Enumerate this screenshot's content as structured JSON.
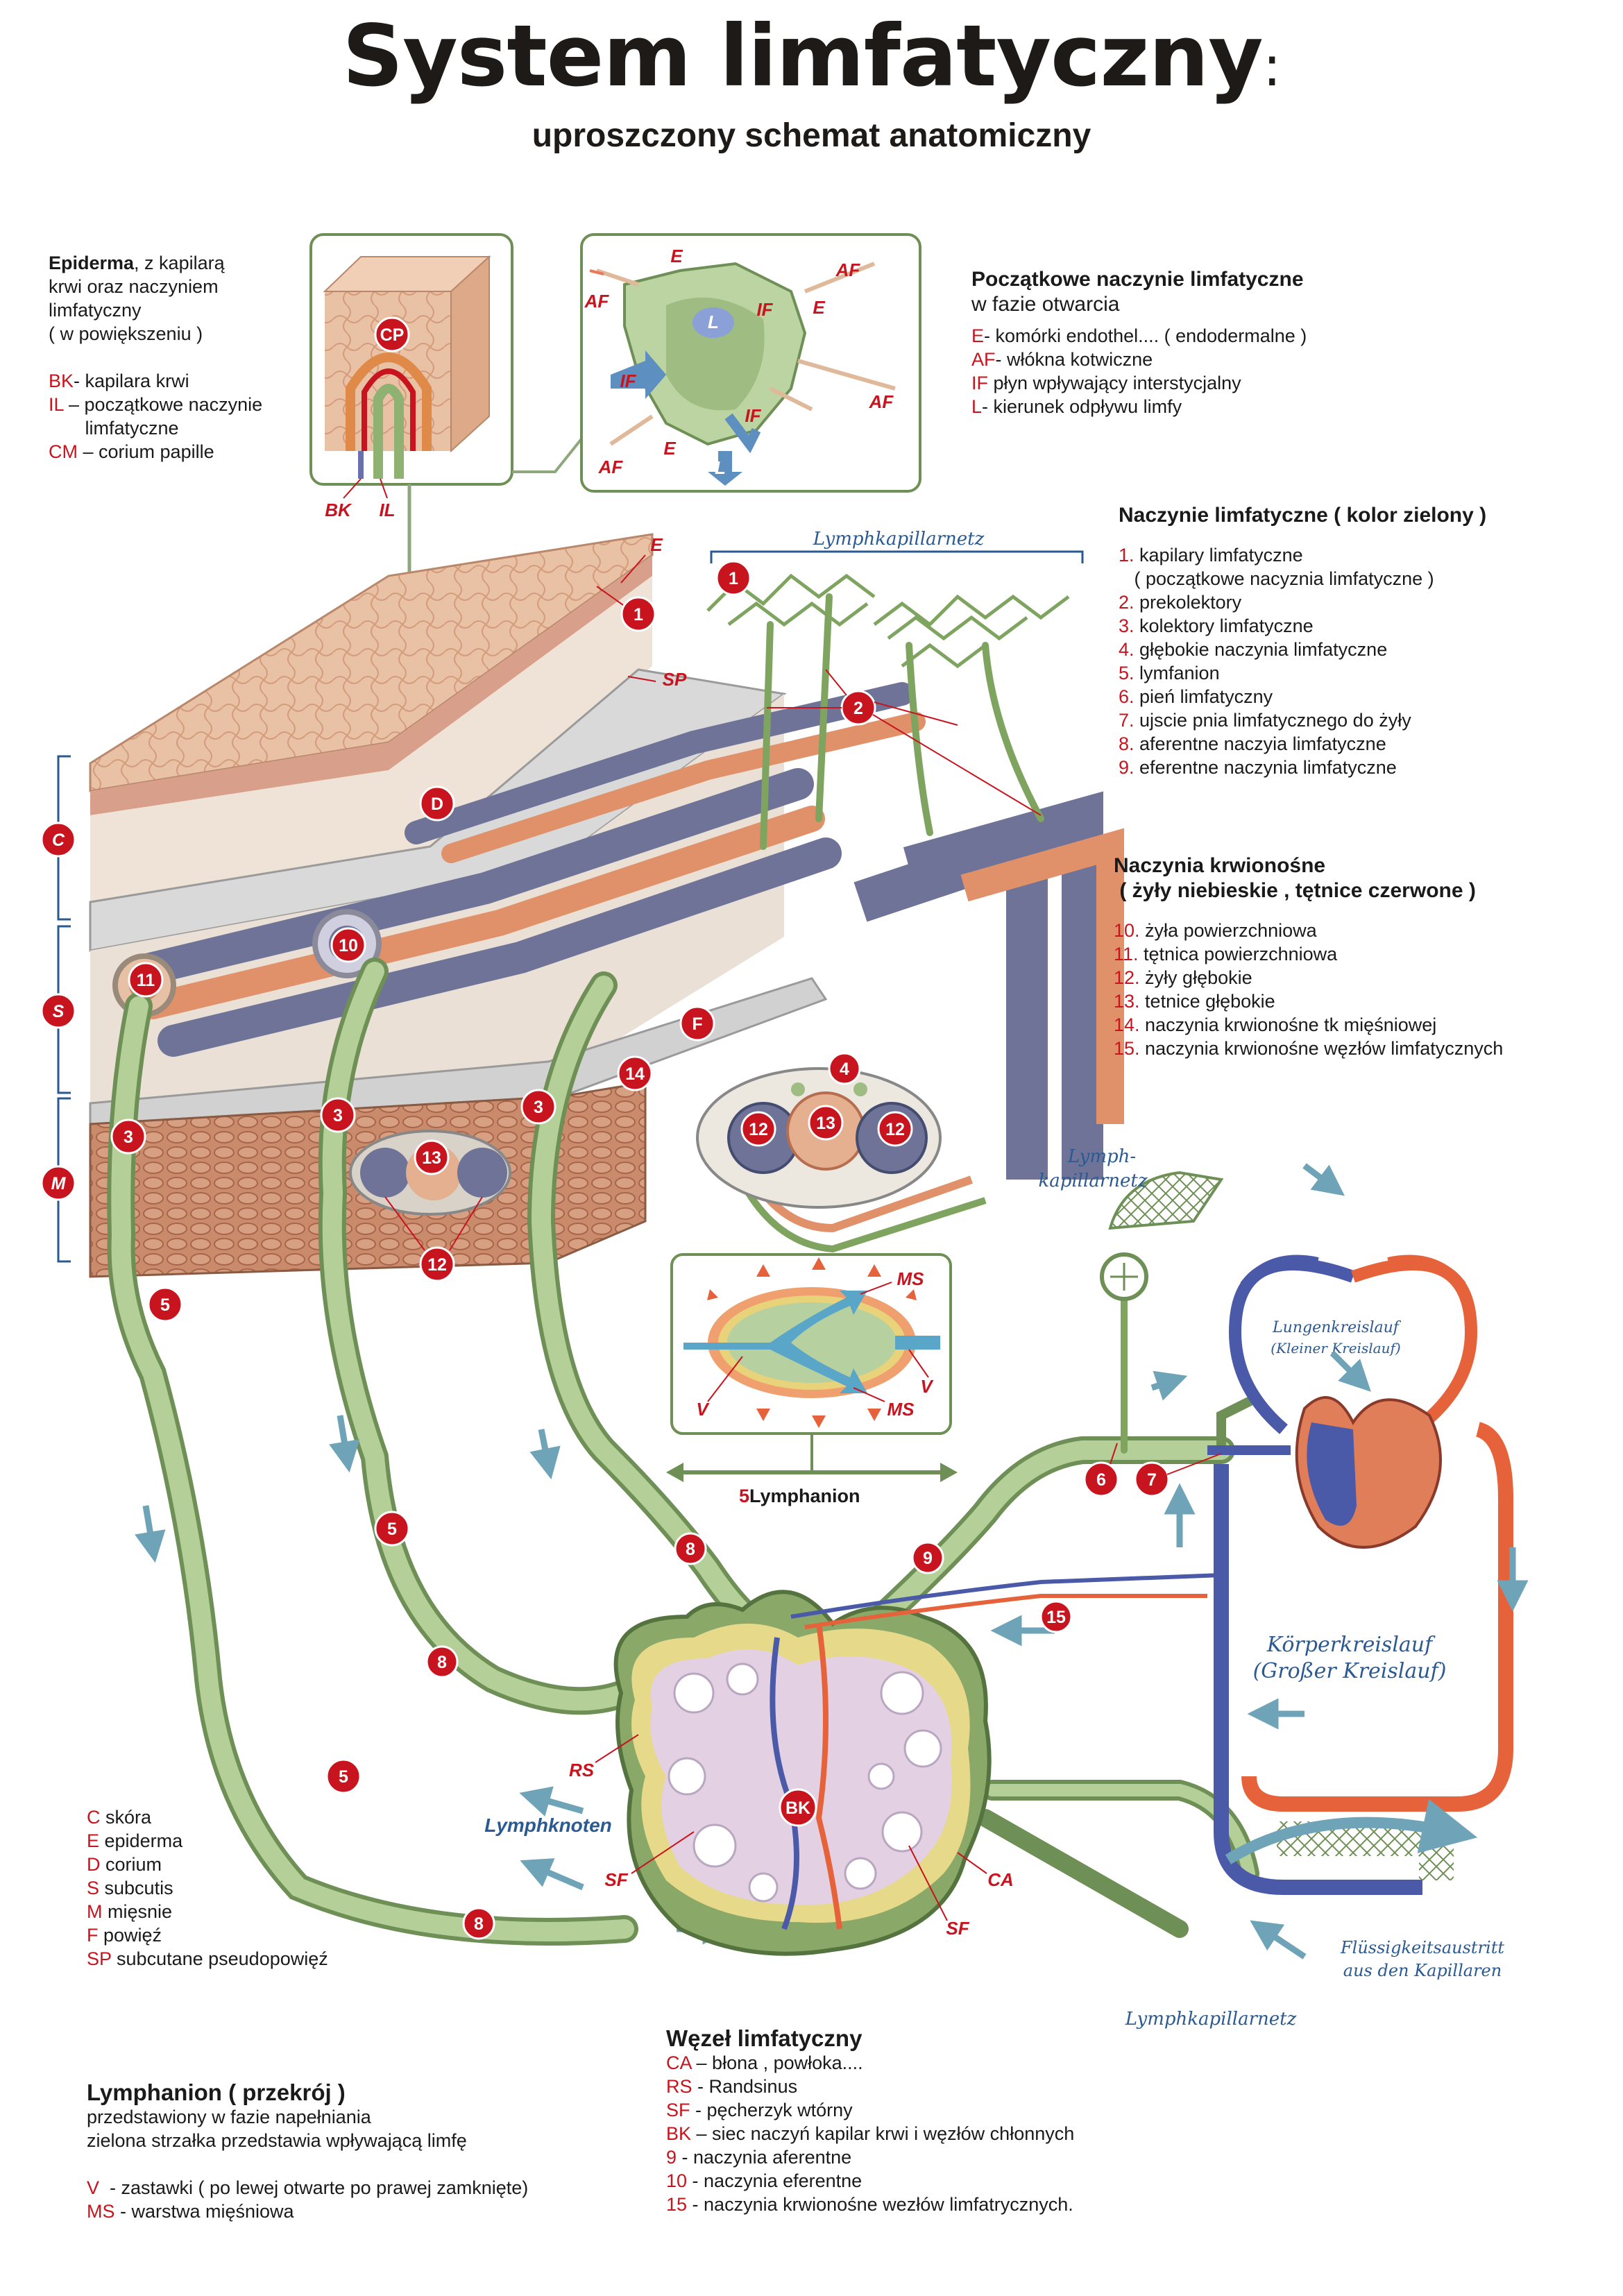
{
  "title": "System limfatyczny",
  "title_colon": ":",
  "subtitle": "uproszczony schemat anatomiczny",
  "epiderma_box": {
    "head": "Epiderma",
    "head_rest": ", z  kapilarą",
    "lines": [
      "krwi oraz naczyniem",
      "limfatyczny",
      "( w powiększeniu )"
    ],
    "legend": [
      {
        "code": "BK",
        "text": "- kapilara krwi"
      },
      {
        "code": "IL",
        "text": " – początkowe naczynie"
      },
      {
        "code": "",
        "text": "       limfatyczne"
      },
      {
        "code": "CM",
        "text": " – corium papille"
      }
    ]
  },
  "initial_vessel": {
    "heading": "Początkowe naczynie limfatyczne",
    "subheading": "w fazie otwarcia",
    "legend": [
      {
        "code": "E",
        "text": "- komórki endothel.... ( endodermalne )"
      },
      {
        "code": "AF",
        "text": "- włókna kotwiczne"
      },
      {
        "code": "IF",
        "text": " płyn wpływający interstycjalny"
      },
      {
        "code": "L",
        "text": "- kierunek odpływu limfy"
      }
    ]
  },
  "lymph_vessels": {
    "heading": "Naczynie limfatyczne ( kolor zielony )",
    "items": [
      {
        "num": "1.",
        "text": " kapilary limfatyczne"
      },
      {
        "num": "",
        "text": "   ( początkowe nacyznia limfatyczne )"
      },
      {
        "num": "2.",
        "text": " prekolektory"
      },
      {
        "num": "3.",
        "text": " kolektory limfatyczne"
      },
      {
        "num": "4.",
        "text": " głębokie naczynia limfatyczne"
      },
      {
        "num": "5.",
        "text": " lymfanion"
      },
      {
        "num": "6.",
        "text": " pień limfatyczny"
      },
      {
        "num": "7.",
        "text": " ujscie pnia limfatycznego do żyły"
      },
      {
        "num": "8.",
        "text": " aferentne naczyia limfatyczne"
      },
      {
        "num": "9.",
        "text": " eferentne naczynia limfatyczne"
      }
    ]
  },
  "blood_vessels": {
    "heading1": "Naczynia krwionośne",
    "heading2": " ( żyły niebieskie , tętnice czerwone )",
    "items": [
      {
        "num": "10.",
        "text": " żyła powierzchniowa"
      },
      {
        "num": "11.",
        "text": " tętnica powierzchniowa"
      },
      {
        "num": "12.",
        "text": " żyły głębokie"
      },
      {
        "num": "13.",
        "text": " tetnice głębokie"
      },
      {
        "num": "14.",
        "text": " naczynia krwionośne tk mięśniowej"
      },
      {
        "num": "15.",
        "text": " naczynia krwionośne węzłów limfatycznych"
      }
    ]
  },
  "skin_legend": [
    {
      "code": "C",
      "text": " skóra"
    },
    {
      "code": "E",
      "text": " epiderma"
    },
    {
      "code": "D",
      "text": " corium"
    },
    {
      "code": "S",
      "text": " subcutis"
    },
    {
      "code": "M",
      "text": " mięsnie"
    },
    {
      "code": "F",
      "text": " powięź"
    },
    {
      "code": "SP",
      "text": " subcutane pseudopowięź"
    }
  ],
  "lymphanion_box": {
    "heading": "Lymphanion ( przekrój )",
    "lines": [
      "przedstawiony w fazie napełniania",
      "zielona strzałka przedstawia wpływającą limfę"
    ],
    "legend": [
      {
        "code": "V",
        "text": "  - zastawki ( po lewej otwarte po prawej zamknięte)"
      },
      {
        "code": "MS",
        "text": " - warstwa mięśniowa"
      }
    ]
  },
  "node_box": {
    "heading": "Węzeł limfatyczny",
    "legend": [
      {
        "code": "CA",
        "text": " – błona , powłoka...."
      },
      {
        "code": "RS",
        "text": " - Randsinus"
      },
      {
        "code": "SF",
        "text": " - pęcherzyk wtórny"
      },
      {
        "code": "BK",
        "text": " – siec naczyń kapilar krwi i węzłów chłonnych"
      },
      {
        "code": "9",
        "text": " - naczynia aferentne"
      },
      {
        "code": "10",
        "text": " - naczynia eferentne"
      },
      {
        "code": "15",
        "text": " - naczynia krwionośne wezłów limfatrycznych."
      }
    ]
  },
  "figure_labels": {
    "lymphkapillarnetz_top": "Lymphkapillarnetz",
    "lymphkapillarnetz_right_1": "Lymph-",
    "lymphkapillarnetz_right_2": "kapillarnetz",
    "lymphkapillarnetz_bottom": "Lymphkapillarnetz",
    "lungenkreislauf_1": "Lungenkreislauf",
    "lungenkreislauf_2": "(Kleiner Kreislauf)",
    "koerperkreislauf_1": "Körperkreislauf",
    "koerperkreislauf_2": "(Großer Kreislauf)",
    "fluessig_1": "Flüssigkeitsaustritt",
    "fluessig_2": "aus den Kapillaren",
    "lymphknoten": "Lymphknoten",
    "lymphanion_num": "5",
    "lymphanion_text": " Lymphanion",
    "cp": "CP",
    "bk": "BK",
    "il": "IL",
    "af": "AF",
    "e": "E",
    "if": "IF",
    "l": "L",
    "ms": "MS",
    "v": "V",
    "rs": "RS",
    "sf": "SF",
    "ca": "CA",
    "e_skin": "E",
    "sp_skin": "SP",
    "c_side": "C",
    "s_side": "S",
    "m_side": "M",
    "d_circle": "D",
    "f_circle": "F",
    "n1": "1",
    "n2": "2",
    "n3": "3",
    "n4": "4",
    "n5": "5",
    "n6": "6",
    "n7": "7",
    "n8": "8",
    "n9": "9",
    "n10": "10",
    "n11": "11",
    "n12": "12",
    "n13": "13",
    "n14": "14",
    "n15": "15",
    "nbk": "BK"
  },
  "colors": {
    "lymph_green": "#a9c58c",
    "lymph_green_dark": "#6e8f55",
    "vein_blue": "#5f6a93",
    "artery_red": "#e07a52",
    "label_red": "#c8141e",
    "text_blue": "#2b5a92",
    "skin": "#e6b89a"
  }
}
